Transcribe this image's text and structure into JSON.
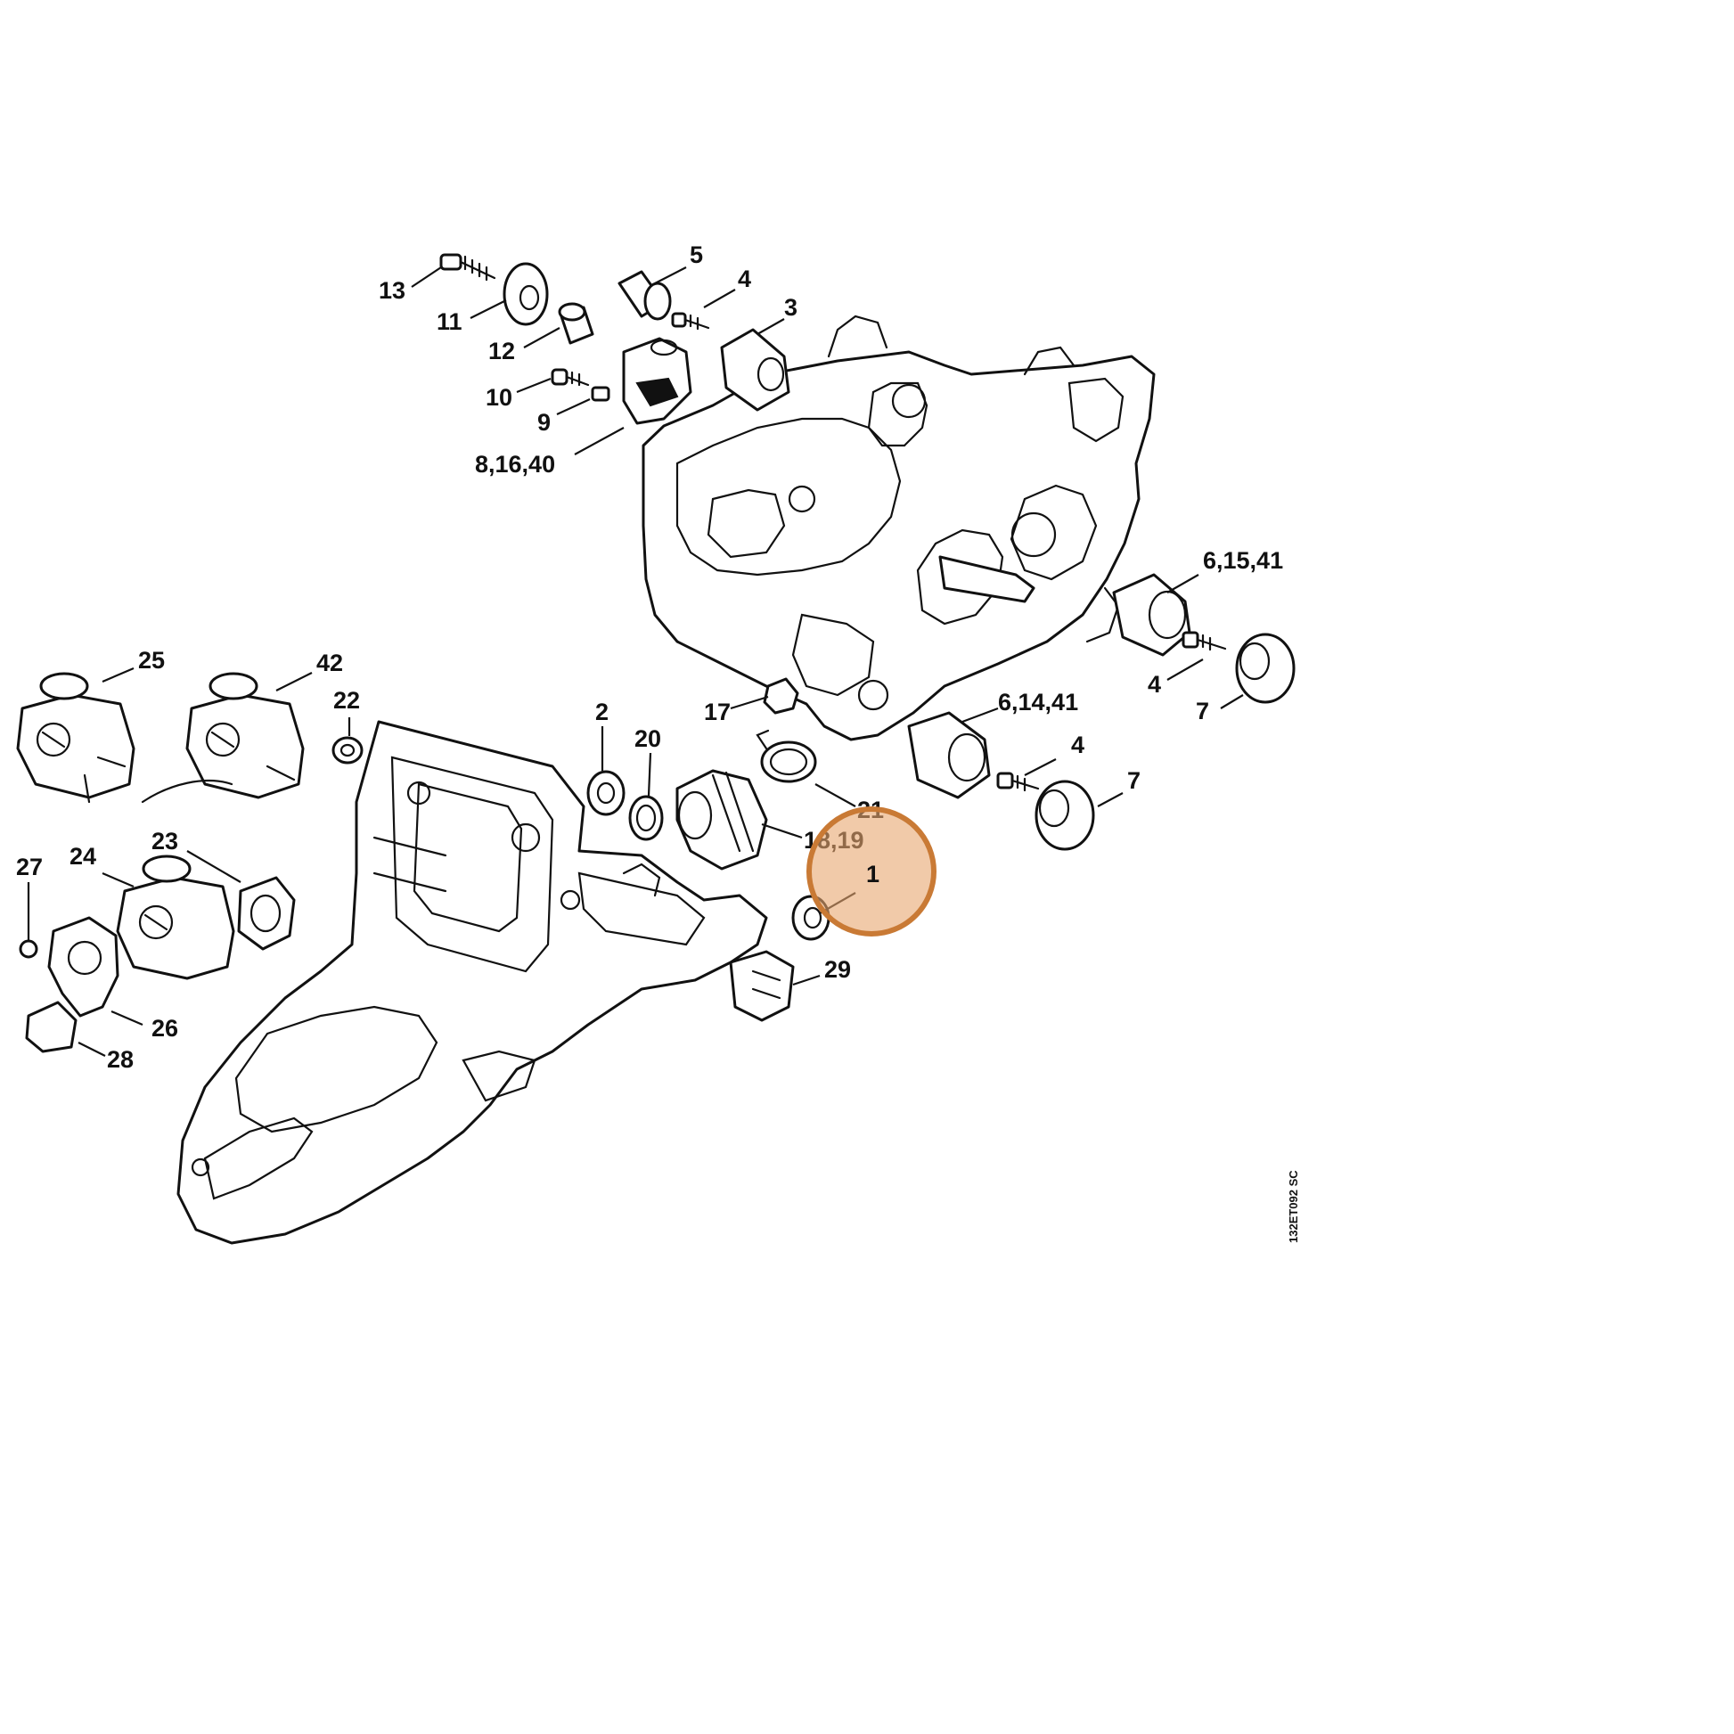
{
  "callouts": {
    "c13": "13",
    "c11": "11",
    "c12": "12",
    "c10": "10",
    "c9": "9",
    "c8_16_40": "8,16,40",
    "c5": "5",
    "c4_top": "4",
    "c3": "3",
    "c6_15_41": "6,15,41",
    "c4_right": "4",
    "c7_right": "7",
    "c6_14_41": "6,14,41",
    "c4_mid": "4",
    "c7_mid": "7",
    "c25": "25",
    "c42": "42",
    "c22": "22",
    "c23": "23",
    "c24": "24",
    "c27": "27",
    "c26": "26",
    "c28": "28",
    "c2": "2",
    "c20": "20",
    "c17": "17",
    "c21": "21",
    "c18_19": "18,19",
    "c1": "1",
    "c29": "29"
  },
  "drawing_code": "132ET092 SC",
  "highlight": {
    "part": "1",
    "color": "#e7a66f"
  }
}
